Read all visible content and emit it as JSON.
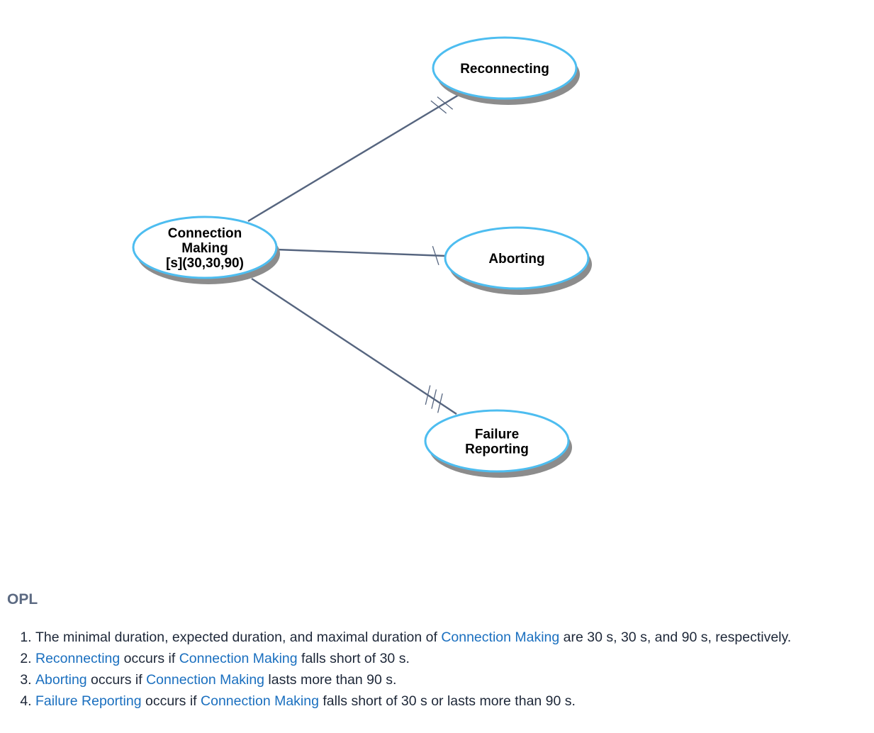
{
  "diagram": {
    "nodes": [
      {
        "id": "connection-making",
        "lines": [
          "Connection",
          "Making",
          "[s](30,30,90)"
        ]
      },
      {
        "id": "reconnecting",
        "lines": [
          "Reconnecting"
        ]
      },
      {
        "id": "aborting",
        "lines": [
          "Aborting"
        ]
      },
      {
        "id": "failure-reporting",
        "lines": [
          "Failure",
          "Reporting"
        ]
      }
    ],
    "links": [
      {
        "from": "connection-making",
        "to": "reconnecting",
        "ticks": 2
      },
      {
        "from": "connection-making",
        "to": "aborting",
        "ticks": 1
      },
      {
        "from": "connection-making",
        "to": "failure-reporting",
        "ticks": 3
      }
    ],
    "colors": {
      "ellipse_stroke": "#4dbdf0",
      "ellipse_fill": "#ffffff",
      "shadow": "#8c8c8c",
      "link": "#56657f"
    }
  },
  "opl": {
    "heading": "OPL",
    "sentences": [
      [
        "The minimal duration, expected duration, and maximal duration of ",
        "Connection Making",
        " are 30 s, 30 s, and 90 s, respectively."
      ],
      [
        "",
        "Reconnecting",
        " occurs if ",
        "Connection Making",
        " falls short of 30 s."
      ],
      [
        "",
        "Aborting",
        " occurs if ",
        "Connection Making",
        " lasts more than 90 s."
      ],
      [
        "",
        "Failure Reporting",
        " occurs if ",
        "Connection Making",
        " falls short of 30 s or lasts more than 90 s."
      ]
    ],
    "colors": {
      "heading": "#5c6a82",
      "text": "#1d2738",
      "entity": "#1a6fbf"
    }
  }
}
